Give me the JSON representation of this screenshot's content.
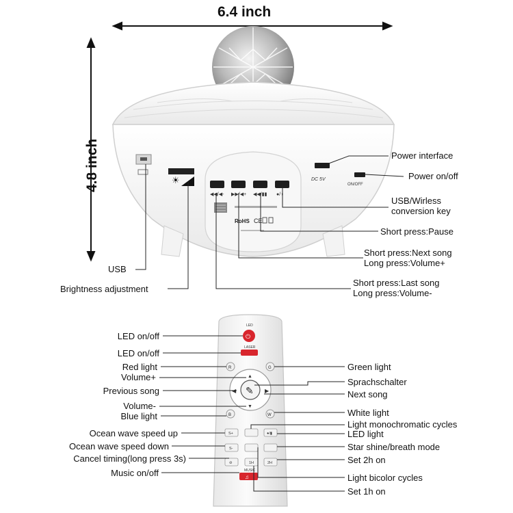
{
  "dimensions": {
    "width": "6.4 inch",
    "height": "4.8 inch"
  },
  "device_labels": {
    "power_interface": "Power interface",
    "power_onoff": "Power on/off",
    "usb_wireless": "USB/Wirless\nconversion key",
    "short_pause": "Short press:Pause",
    "next_song": "Short press:Next song\nLong press:Volume+",
    "last_song": "Short press:Last song\nLong press:Volume-",
    "usb": "USB",
    "brightness": "Brightness adjustment"
  },
  "device_markings": {
    "dc": "DC 5V",
    "onoff": "ON/OFF",
    "rohs": "RoHS",
    "ce": "CE"
  },
  "remote_labels_left": {
    "led_onoff_1": "LED on/off",
    "led_onoff_2": "LED on/off",
    "red_light": "Red light",
    "volume_plus": "Volume+",
    "previous_song": "Previous song",
    "volume_minus": "Volume-",
    "blue_light": "Blue light",
    "ocean_up": "Ocean wave speed up",
    "ocean_down": "Ocean wave speed down",
    "cancel_timing": "Cancel timing(long press 3s)",
    "music_onoff": "Music on/off"
  },
  "remote_labels_right": {
    "green_light": "Green light",
    "sprachschalter": "Sprachschalter",
    "next_song": "Next song",
    "white_light": "White light",
    "mono_cycles": "Light monochromatic cycles",
    "led_light": "LED light",
    "star_shine": "Star shine/breath mode",
    "set_2h": "Set 2h on",
    "bicolor_cycles": "Light bicolor cycles",
    "set_1h": "Set 1h on"
  },
  "remote_button_text": {
    "led": "LED",
    "laser": "LASER",
    "r": "R",
    "g": "G",
    "b": "B",
    "w": "W",
    "s_plus": "S+",
    "s_minus": "S-",
    "h1": "1H",
    "h2": "2H",
    "music": "MUSIC"
  }
}
